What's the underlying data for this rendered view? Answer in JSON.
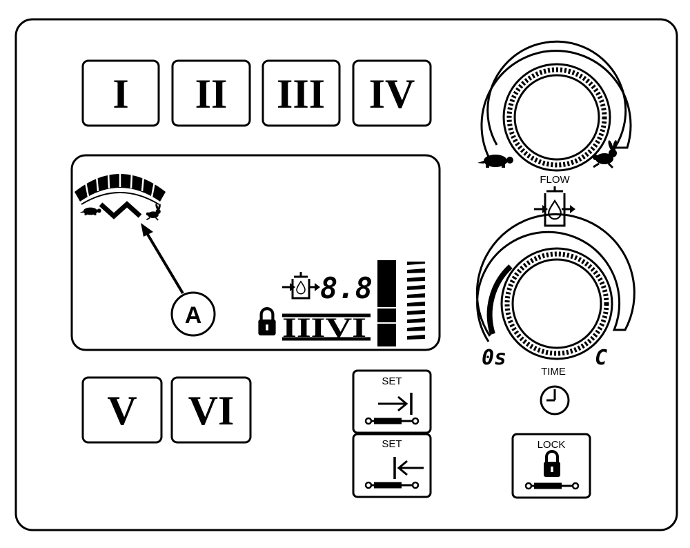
{
  "buttons": {
    "mode_1": "I",
    "mode_2": "II",
    "mode_3": "III",
    "mode_4": "IV",
    "mode_5": "V",
    "mode_6": "VI",
    "set_label": "SET",
    "lock_label": "LOCK"
  },
  "display": {
    "flow_readout": "8.8",
    "selected_modes": "IIIVI",
    "callout": "A"
  },
  "dials": {
    "flow_label": "FLOW",
    "time_label": "TIME",
    "time_min": "0s",
    "time_max": "C"
  }
}
